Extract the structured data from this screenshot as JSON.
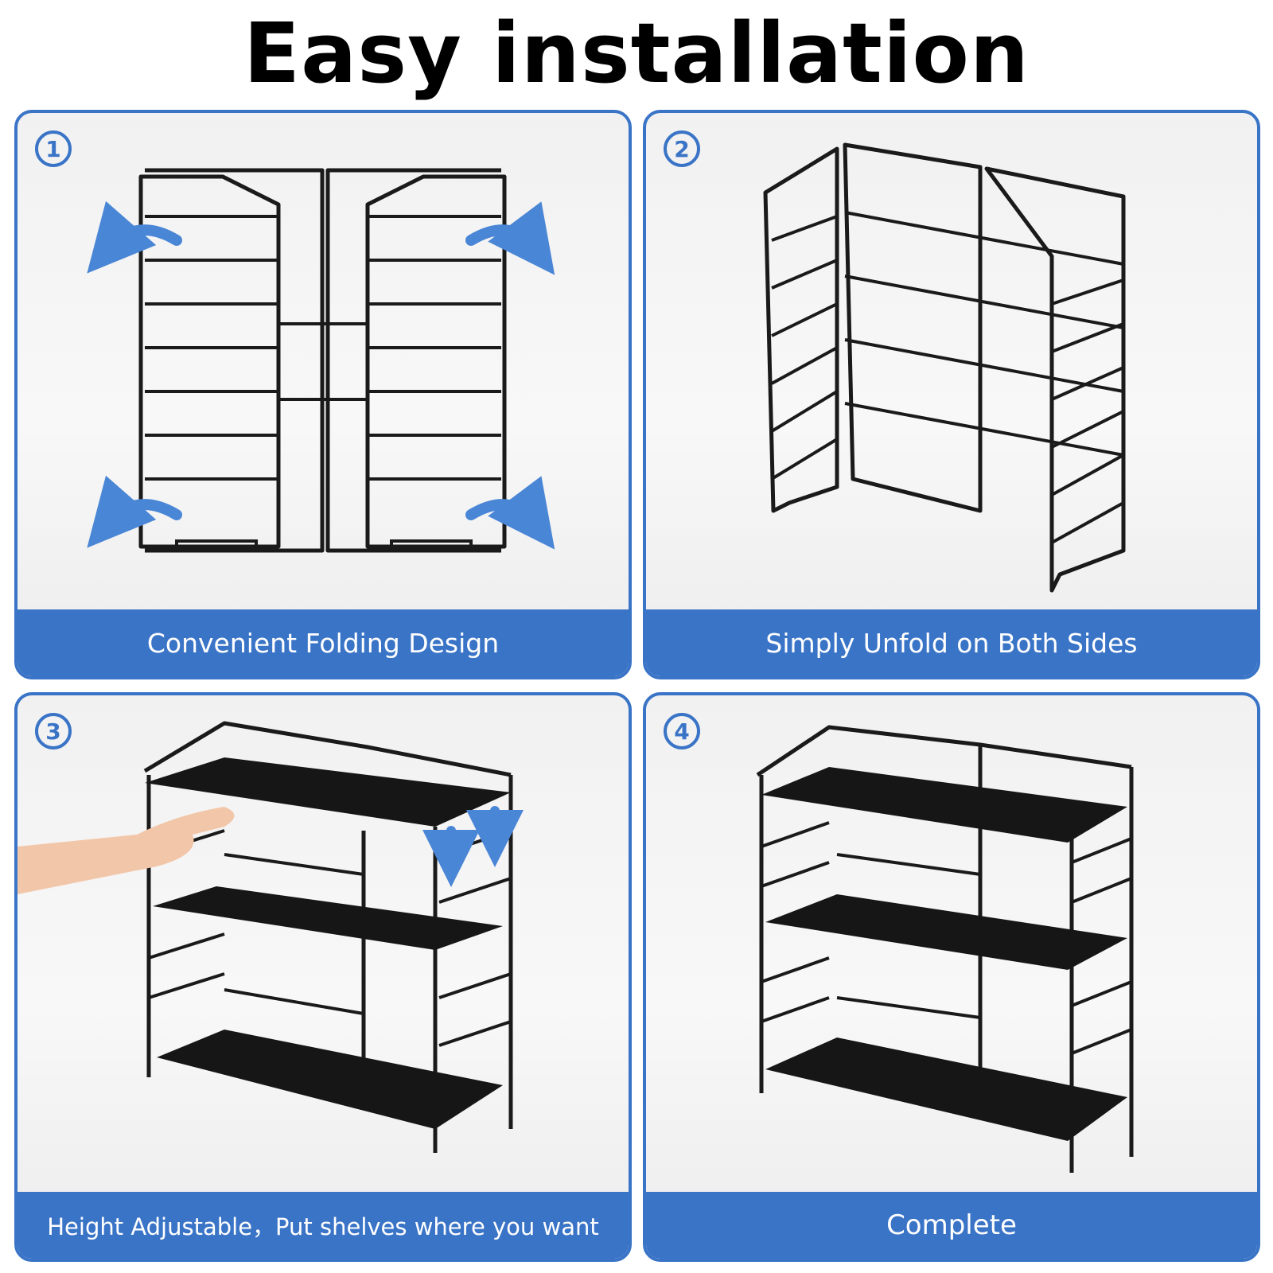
{
  "title": "Easy installation",
  "accent_color": "#3a74c7",
  "panels": [
    {
      "step": "1",
      "caption": "Convenient Folding Design",
      "image": "folded-shelf-frame"
    },
    {
      "step": "2",
      "caption": "Simply Unfold on Both Sides",
      "image": "unfolded-shelf-frame"
    },
    {
      "step": "3",
      "caption": "Height Adjustable，Put shelves where you want",
      "image": "shelf-insertion-by-hand"
    },
    {
      "step": "4",
      "caption": "Complete",
      "image": "assembled-three-tier-shelf"
    }
  ]
}
